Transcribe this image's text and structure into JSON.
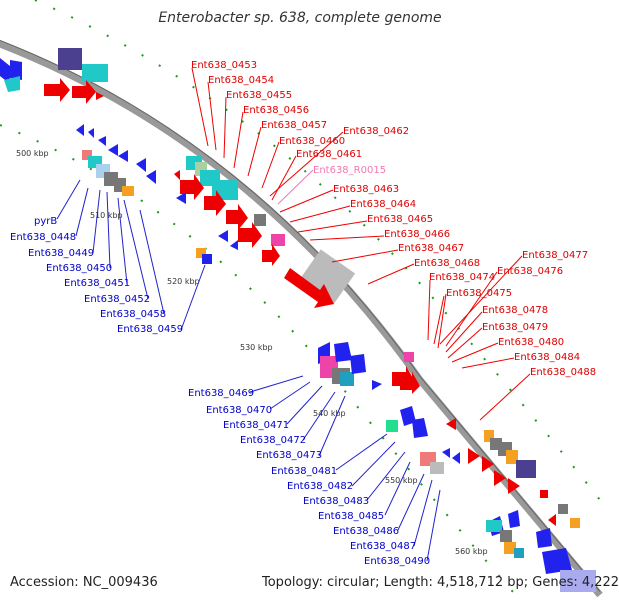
{
  "title": "Enterobacter sp. 638, complete genome",
  "accession": "Accession: NC_009436",
  "topology": "Topology: circular; Length: 4,518,712 bp; Genes: 4,222",
  "colors": {
    "forward_label": "#e00000",
    "reverse_label": "#0000cc",
    "rna_label": "#f07ab0",
    "backbone": "#999999",
    "tick": "#1a9a1a"
  },
  "kbp_labels": [
    "500 kbp",
    "510 kbp",
    "520 kbp",
    "530 kbp",
    "540 kbp",
    "550 kbp",
    "560 kbp"
  ],
  "reverse_labels_upper": [
    "pyrB",
    "Ent638_0448",
    "Ent638_0449",
    "Ent638_0450",
    "Ent638_0451",
    "Ent638_0452",
    "Ent638_0458",
    "Ent638_0459"
  ],
  "reverse_labels_lower": [
    "Ent638_0469",
    "Ent638_0470",
    "Ent638_0471",
    "Ent638_0472",
    "Ent638_0473",
    "Ent638_0481",
    "Ent638_0482",
    "Ent638_0483",
    "Ent638_0485",
    "Ent638_0486",
    "Ent638_0487",
    "Ent638_0490"
  ],
  "forward_labels_upper": [
    "Ent638_0453",
    "Ent638_0454",
    "Ent638_0455",
    "Ent638_0456",
    "Ent638_0457",
    "Ent638_0460",
    "Ent638_0462",
    "Ent638_0461",
    "Ent638_R0015",
    "Ent638_0463",
    "Ent638_0464",
    "Ent638_0465",
    "Ent638_0466",
    "Ent638_0467"
  ],
  "forward_labels_lower": [
    "Ent638_0477",
    "Ent638_0476",
    "Ent638_0468",
    "Ent638_0474",
    "Ent638_0475",
    "Ent638_0478",
    "Ent638_0479",
    "Ent638_0480",
    "Ent638_0484",
    "Ent638_0488"
  ]
}
